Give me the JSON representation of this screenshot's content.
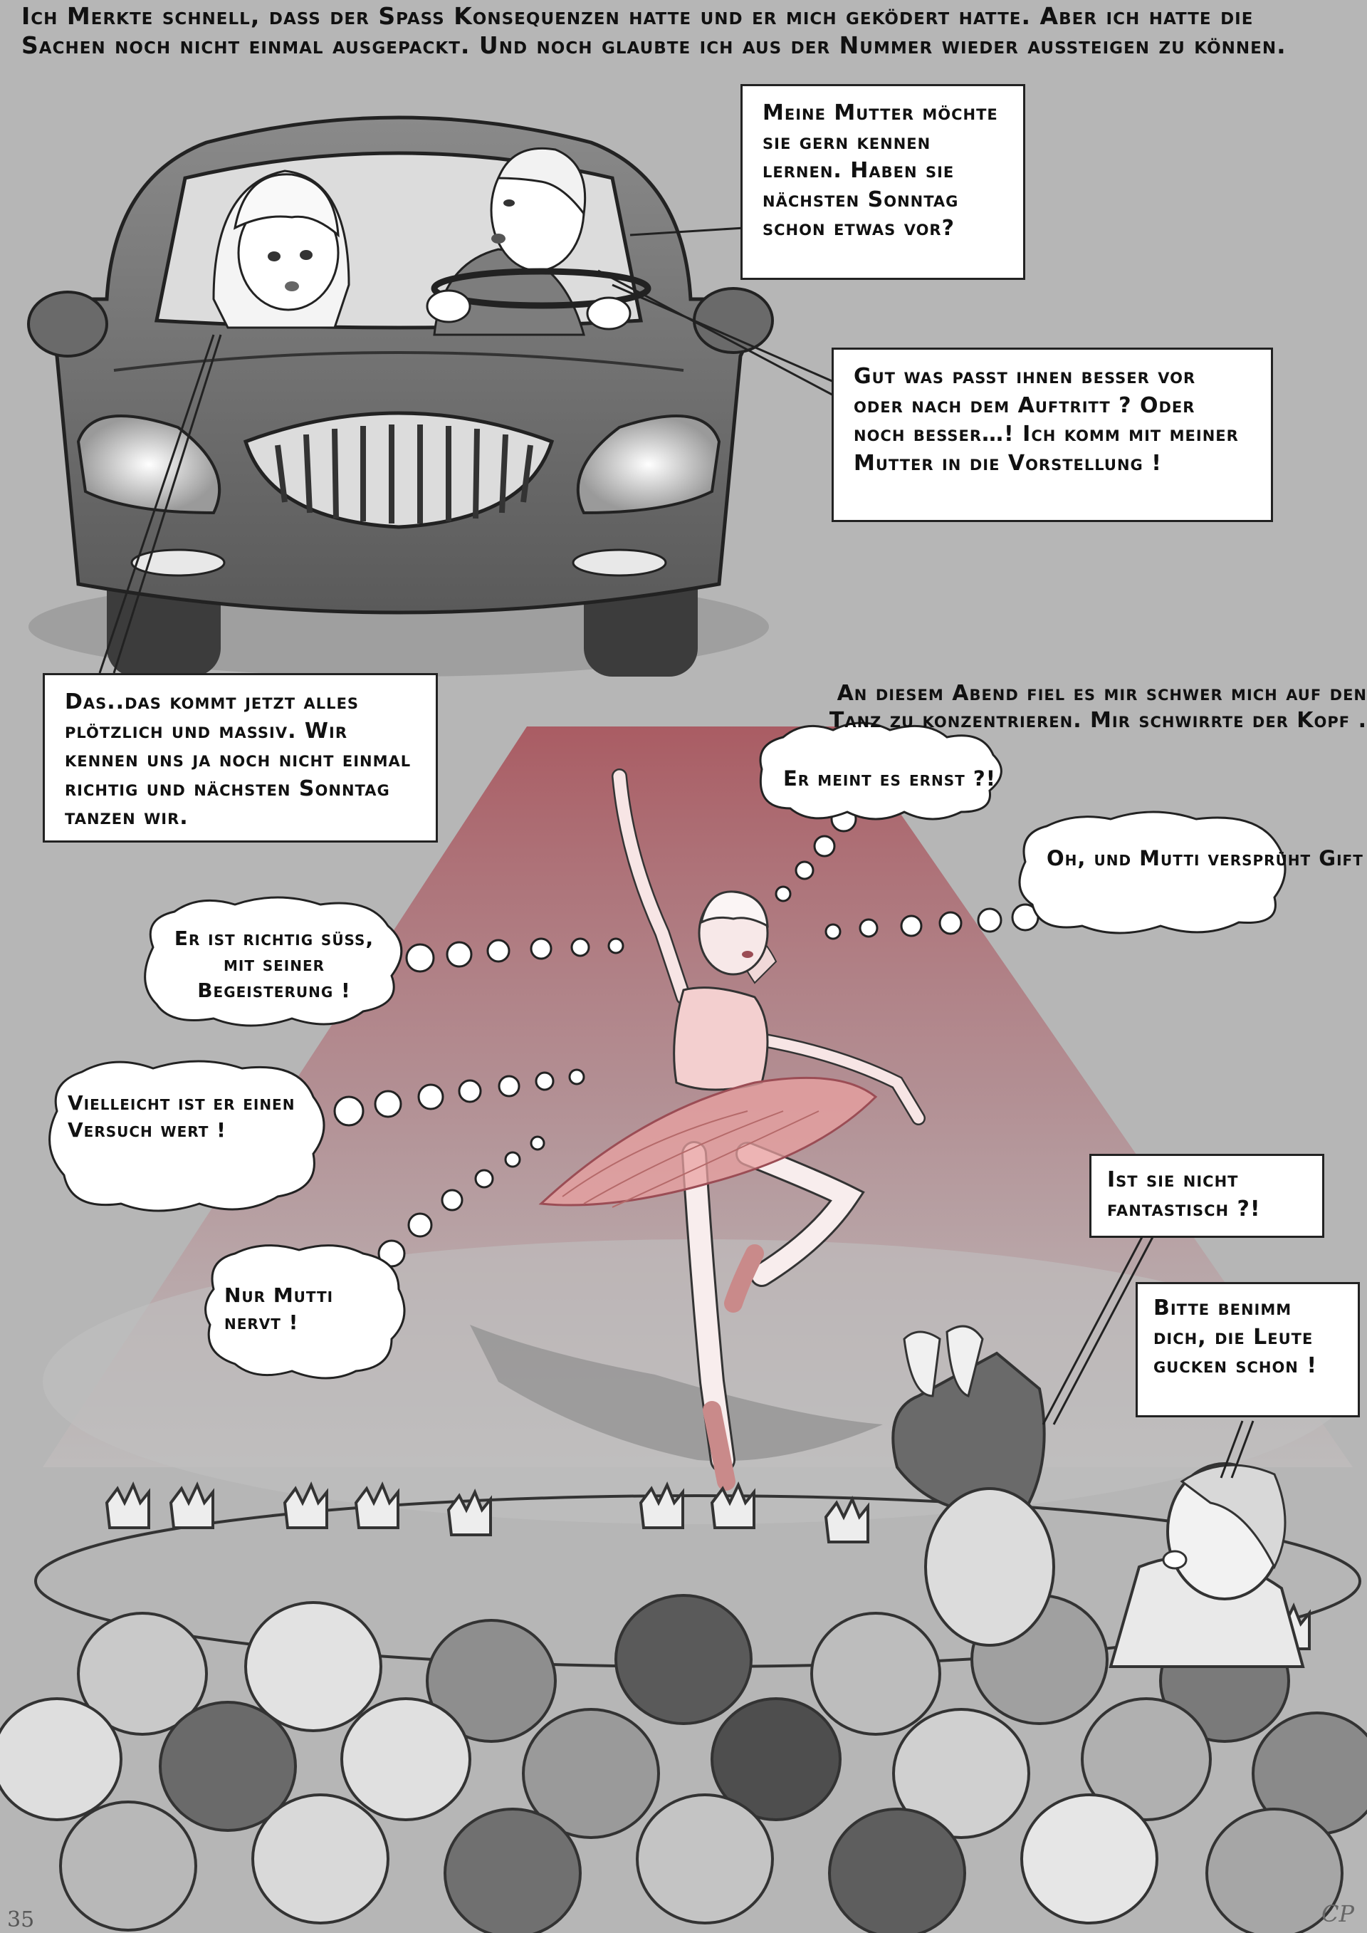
{
  "narration": {
    "top": "Ich Merkte schnell, dass der Spass Konsequenzen hatte und er mich geködert hatte. Aber ich hatte die Sachen noch nicht einmal ausgepackt. Und noch glaubte ich aus der Nummer wieder aussteigen zu können.",
    "middle": "An diesem Abend fiel es mir schwer mich auf den Tanz zu konzentrieren. Mir schwirrte der Kopf ."
  },
  "speech": {
    "man_1": "Meine Mutter möchte sie gern kennen lernen. Haben sie nächsten Sonntag schon etwas vor?",
    "man_2": "Gut was passt ihnen besser vor oder nach dem Auftritt ? Oder noch besser…! Ich komm mit meiner Mutter in die Vorstellung !",
    "woman_1": "Das..das kommt jetzt alles plötzlich und massiv. Wir kennen uns ja noch nicht einmal richtig und nächsten Sonntag tanzen wir.",
    "man_3": "Ist sie nicht fantastisch ?!",
    "mother": "Bitte benimm dich, die Leute gucken schon !"
  },
  "thoughts": {
    "t1": "Er meint es ernst ?!",
    "t2": "Oh, und Mutti versprüht Gift !",
    "t3": "Er ist richtig süss, mit seiner Begeisterung !",
    "t4": "Vielleicht ist er einen Versuch wert !",
    "t5": "Nur Mutti nervt !"
  },
  "page_number": "35",
  "signature": "CP",
  "colors": {
    "background": "#b6b6b6",
    "spotlight": "#a8525a",
    "tutu": "#e9a0a0"
  }
}
